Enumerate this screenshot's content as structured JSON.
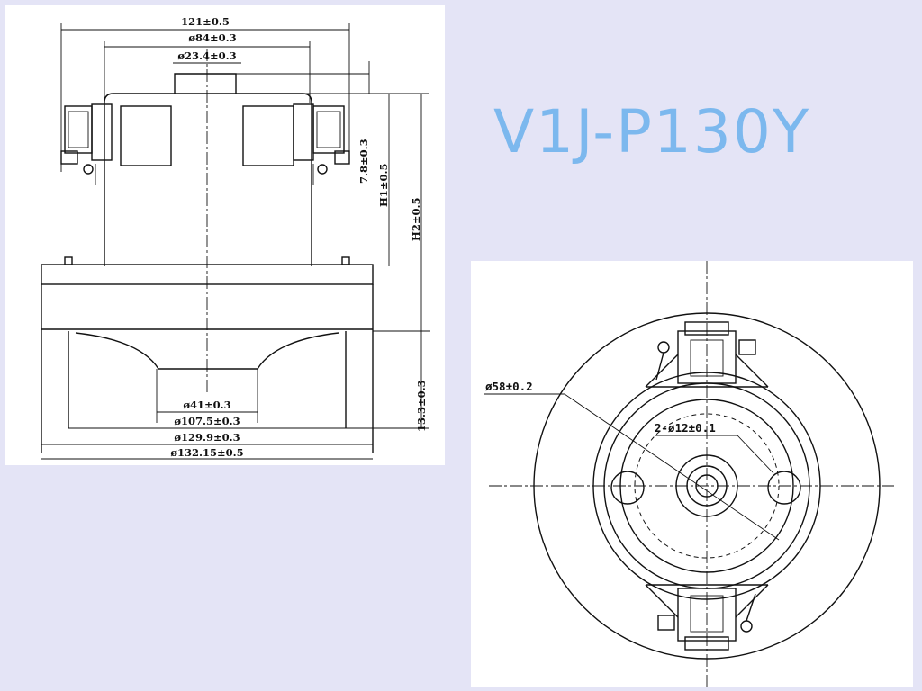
{
  "title": "V1J-P130Y",
  "colors": {
    "background": "#e4e4f6",
    "title": "#7cb8ee",
    "panel": "#ffffff",
    "ink": "#111111"
  },
  "side_view": {
    "dimensions": {
      "width_top": "121±0.5",
      "dia_84": "ø84±0.3",
      "dia_23": "ø23.4±0.3",
      "dia_41": "ø41±0.3",
      "dia_107": "ø107.5±0.3",
      "dia_129": "ø129.9±0.3",
      "dia_132": "ø132.15±0.5",
      "height_78": "7.8±0.3",
      "h1": "H1±0.5",
      "h2": "H2±0.5",
      "height_133": "13.3±0.3"
    }
  },
  "top_view": {
    "dimensions": {
      "dia_58": "ø58±0.2",
      "holes": "2-ø12±0.1"
    }
  }
}
